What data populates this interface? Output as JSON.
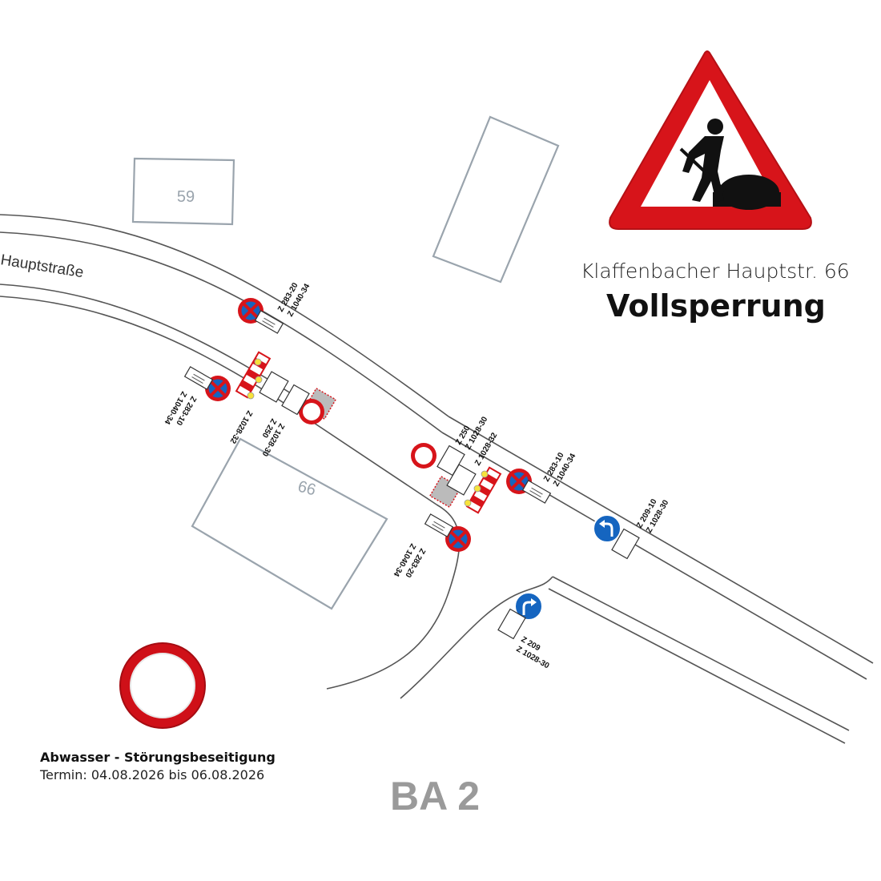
{
  "header": {
    "address": "Klaffenbacher Hauptstr. 66",
    "closure_type": "Vollsperrung"
  },
  "map": {
    "street_name": "Hauptstraße",
    "buildings": [
      {
        "number": "59"
      },
      {
        "number": "66"
      },
      {
        "number": ""
      }
    ],
    "construction_phase": "BA 2"
  },
  "signs": {
    "no_stopping_top": {
      "code1": "Z 283-20",
      "code2": "Z 1040-34"
    },
    "no_stopping_left": {
      "code1": "Z 283-10",
      "code2": "Z 1040-34"
    },
    "barrier_left": {
      "code1": "Z 1028-32"
    },
    "no_vehicles_left": {
      "code1": "Z 250",
      "code2": "Z 1028-30"
    },
    "no_vehicles_right": {
      "code1": "Z 250",
      "code2": "Z 1028-30"
    },
    "barrier_right": {
      "code1": "Z 1028-32"
    },
    "no_stopping_right": {
      "code1": "Z 283-10",
      "code2": "Z 1040-34"
    },
    "no_stopping_bottom": {
      "code1": "Z 283-20",
      "code2": "Z 1040-34"
    },
    "turn_left": {
      "code1": "Z 209-10",
      "code2": "Z 1028-30"
    },
    "turn_right": {
      "code1": "Z 209",
      "code2": "Z 1028-30"
    }
  },
  "legend": {
    "icon": "no-vehicles-sign-icon",
    "title": "Abwasser - Störungsbeseitigung",
    "date": "Termin: 04.08.2026 bis 06.08.2026"
  },
  "warning_icon": "road-works-warning-icon",
  "colors": {
    "red": "#d7141a",
    "blue": "#1565c0",
    "road_line": "#555555",
    "building": "#9aa4ad",
    "phase_text": "#9a9a9a"
  }
}
